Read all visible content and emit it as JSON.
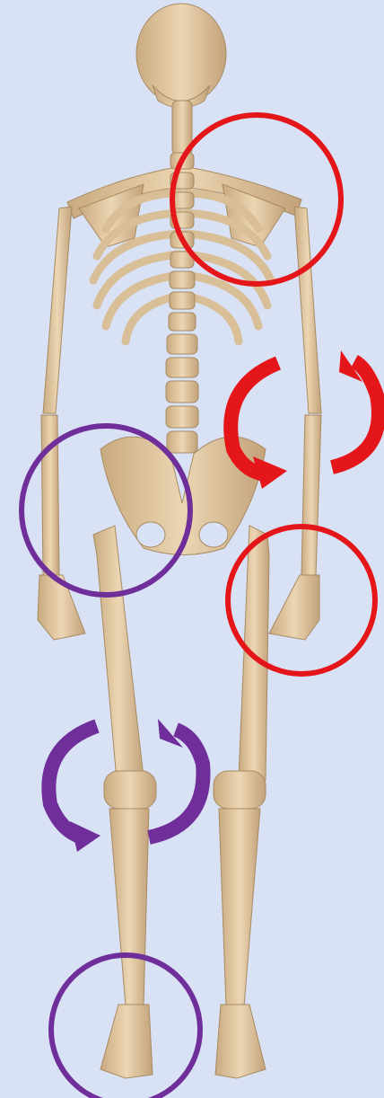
{
  "figure": {
    "background": "#d9e2f4",
    "subject": "skeleton-posterior-view",
    "bone_color": "#e2c9a3",
    "bone_shade": "#b89a72"
  },
  "annotations": [
    {
      "id": "upper-back",
      "shape": "circle",
      "color": "#e5161a"
    },
    {
      "id": "left-hip",
      "shape": "circle",
      "color": "#6f2e9a"
    },
    {
      "id": "right-hand",
      "shape": "circle",
      "color": "#e5161a"
    },
    {
      "id": "right-foot",
      "shape": "circle",
      "color": "#6f2e9a"
    },
    {
      "id": "elbow-rotation",
      "shape": "rotation-arrows",
      "color": "#e5161a"
    },
    {
      "id": "knee-rotation",
      "shape": "rotation-arrows",
      "color": "#6f2e9a"
    }
  ]
}
